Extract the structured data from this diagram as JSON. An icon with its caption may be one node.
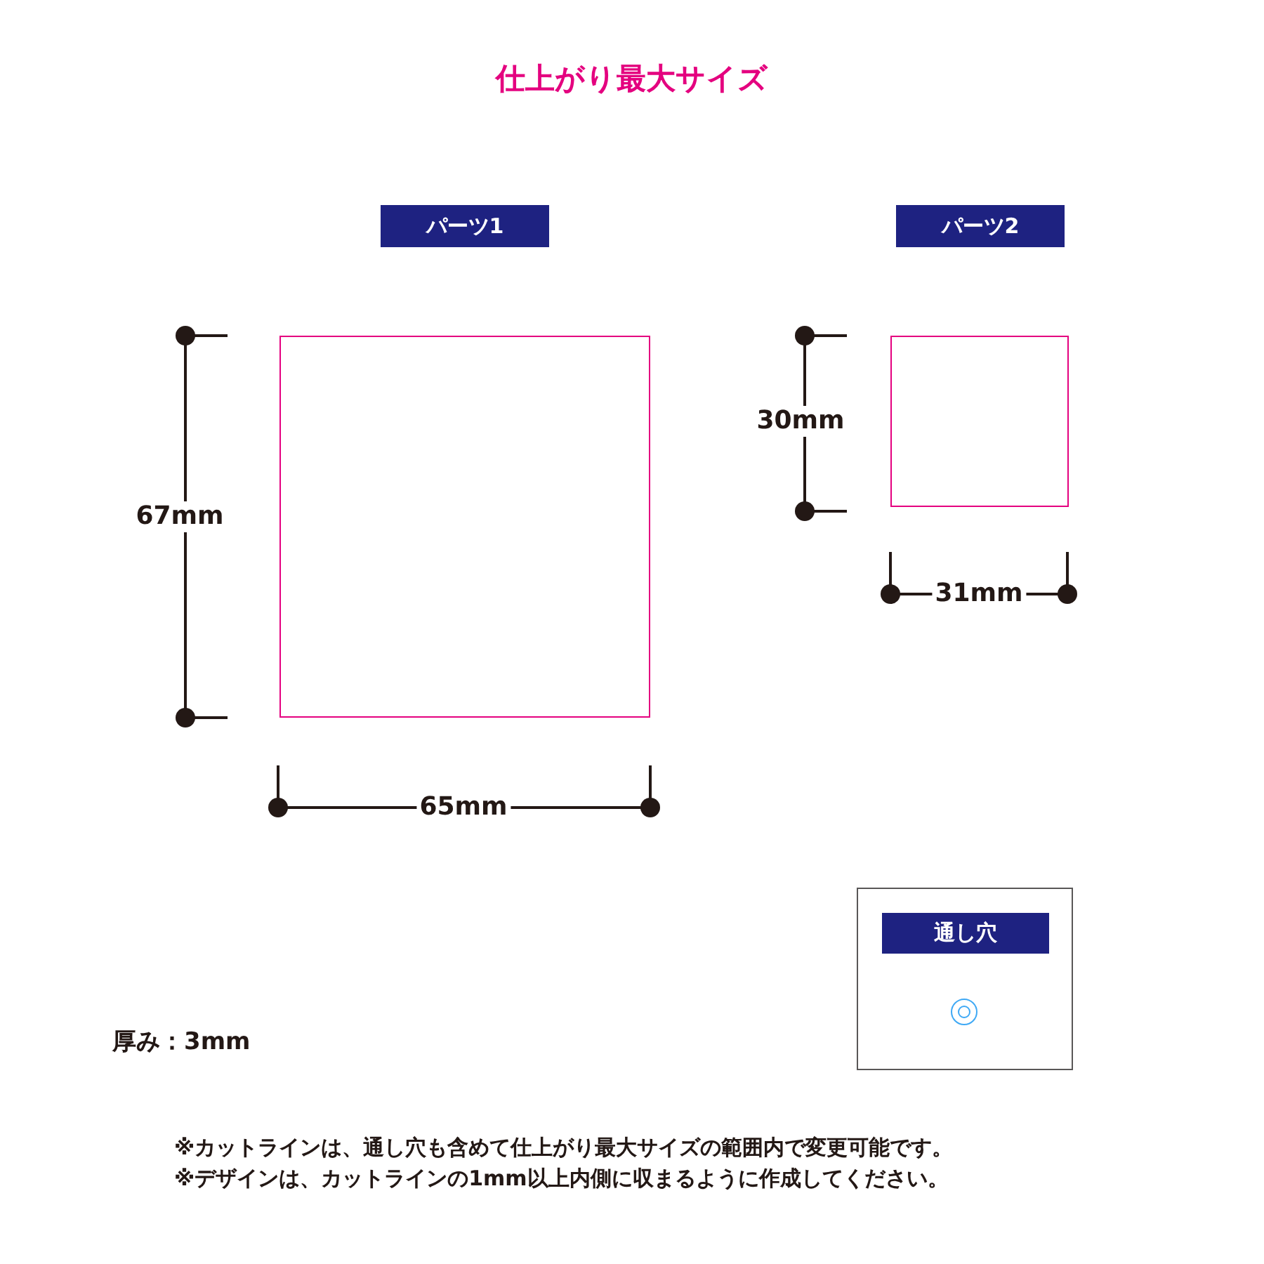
{
  "diagram": {
    "title": "仕上がり最大サイズ",
    "nodes": [
      {
        "text": [
          "パーツ1"
        ]
      },
      {
        "text": [],
        "shape": "box"
      },
      {
        "text": [
          "パーツ2"
        ]
      },
      {
        "text": [],
        "shape": "box"
      },
      {
        "text": [],
        "shape": "box"
      },
      {
        "text": [
          "通し穴"
        ],
        "in": 4
      },
      {
        "text": [],
        "shape": "circle",
        "in": 4
      }
    ],
    "edges": [],
    "labels": [
      "67mm",
      "65mm",
      "30mm",
      "31mm",
      "厚み：3mm",
      "※カットラインは、通し穴も含めて仕上がり最大サイズの範囲内で変更可能です。",
      "※デザインは、カットラインの1mm以上内側に収まるように作成してください。"
    ]
  }
}
